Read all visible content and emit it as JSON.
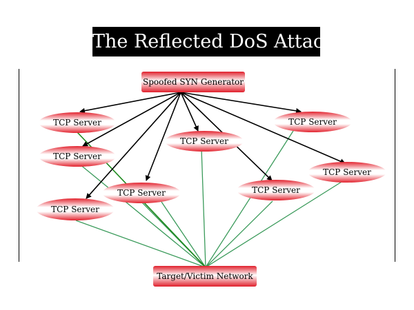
{
  "title": "The Reflected DoS Attacks",
  "generator": {
    "label": "Spoofed SYN Generator"
  },
  "victim": {
    "label": "Target/Victim Network"
  },
  "servers": [
    {
      "label": "TCP Server"
    },
    {
      "label": "TCP Server"
    },
    {
      "label": "TCP Server"
    },
    {
      "label": "TCP Server"
    },
    {
      "label": "TCP Server"
    },
    {
      "label": "TCP Server"
    },
    {
      "label": "TCP Server"
    },
    {
      "label": "TCP Server"
    }
  ],
  "colors": {
    "node_fill": "#e8323c",
    "attack_arrow": "#000000",
    "reflection_line": "#3a9a5a",
    "direct_line": "#1f8a1f"
  }
}
